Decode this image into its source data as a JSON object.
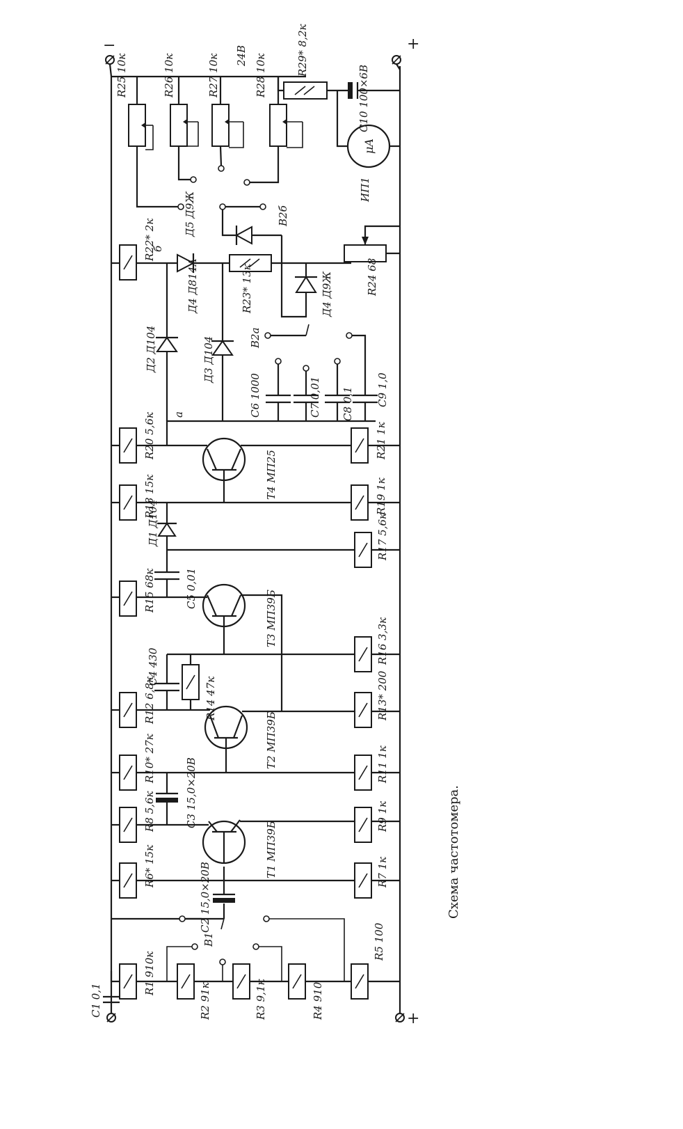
{
  "caption": "Схема частотомера.",
  "terminals": {
    "minus": "−",
    "plus": "+"
  },
  "supply_voltage": "24В",
  "components": {
    "C1": "C1 0,1",
    "R1": "R1 910к",
    "R2": "R2 91к",
    "R3": "R3 9,1к",
    "R4": "R4 910",
    "R5": "R5 100",
    "B1": "B1",
    "C2": "C2 15,0×20В",
    "T1": "T1 МП39Б",
    "R6": "R6* 15к",
    "R7": "R7 1к",
    "R8": "R8 5,6к",
    "C3": "C3 15,0×20В",
    "R9": "R9 1к",
    "R10": "R10* 27к",
    "T2": "T2 МП39Б",
    "R11": "R11 1к",
    "R12": "R12 6,8к",
    "C4": "C4 430",
    "R14": "R14 47к",
    "R13": "R13* 200",
    "T3": "T3 МП39Б",
    "R16": "R16 3,3к",
    "R15": "R15 68к",
    "C5": "C5 0,01",
    "R17": "R17 5,6к",
    "D1": "Д1 Д104",
    "R18": "R18 15к",
    "T4": "T4 МП25",
    "R19": "R19 1к",
    "R20": "R20 5,6к",
    "R21": "R21 1к",
    "node_a": "a",
    "D2": "Д2 Д104",
    "D3": "Д3 Д104",
    "C6": "C6 1000",
    "C7": "C7 0,01",
    "C8": "C8 0,1",
    "C9": "C9 1,0",
    "B2a": "B2a",
    "R22": "R22* 2к",
    "node_b": "б",
    "D4": "Д4 Д814А",
    "R23": "R23* 13к",
    "D4b": "Д4 Д9Ж",
    "R24": "R24 68",
    "D5": "Д5 Д9Ж",
    "B2b": "B2б",
    "R25": "R25 10к",
    "R26": "R26 10к",
    "R27": "R27 10к",
    "R28": "R28 10к",
    "R29": "R29* 8,2к",
    "C10": "C10 100×6В",
    "IP1": "ИП1",
    "meter_unit": "μA"
  }
}
